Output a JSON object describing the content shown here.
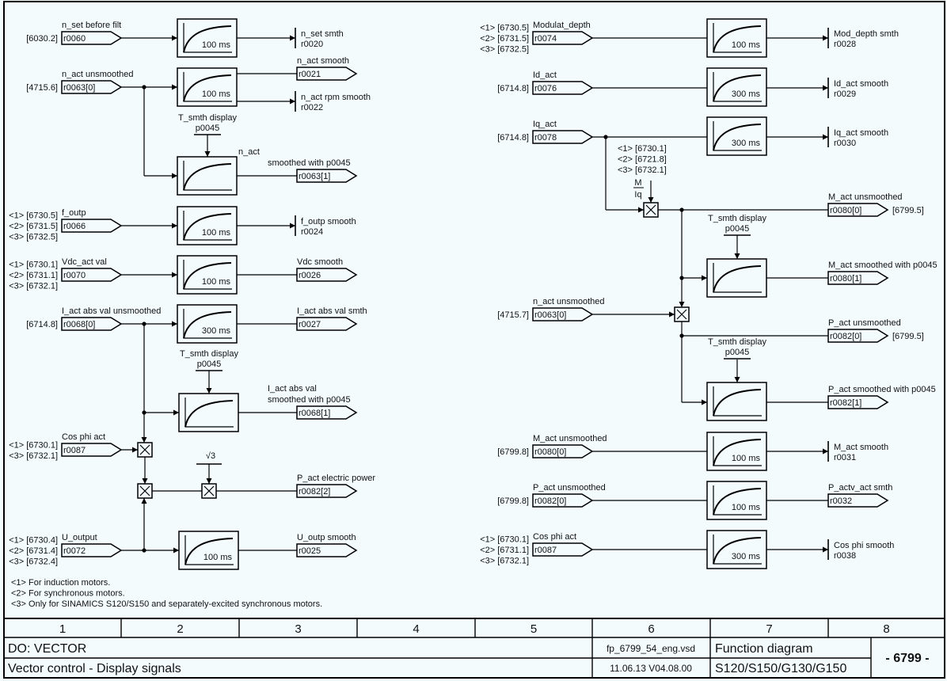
{
  "inputs": [
    {
      "label": "n_set before filt",
      "refs": [
        "[6030.2]"
      ],
      "param": "r0060"
    },
    {
      "label": "n_act unsmoothed",
      "refs": [
        "[4715.6]"
      ],
      "param": "r0063[0]"
    },
    {
      "label": "f_outp",
      "refs": [
        "<1> [6730.5]",
        "<2> [6731.5]",
        "<3> [6732.5]"
      ],
      "param": "r0066"
    },
    {
      "label": "Vdc_act val",
      "refs": [
        "<1> [6730.1]",
        "<2> [6731.1]",
        "<3> [6732.1]"
      ],
      "param": "r0070"
    },
    {
      "label": "I_act abs val unsmoothed",
      "refs": [
        "[6714.8]"
      ],
      "param": "r0068[0]"
    },
    {
      "label": "Cos phi act",
      "refs": [
        "<1> [6730.1]",
        "<3> [6732.1]"
      ],
      "param": "r0087"
    },
    {
      "label": "U_output",
      "refs": [
        "<1> [6730.4]",
        "<2> [6731.4]",
        "<3> [6732.4]"
      ],
      "param": "r0072"
    },
    {
      "label": "Modulat_depth",
      "refs": [
        "<1> [6730.5]",
        "<2> [6731.5]",
        "<3> [6732.5]"
      ],
      "param": "r0074"
    },
    {
      "label": "Id_act",
      "refs": [
        "[6714.8]"
      ],
      "param": "r0076"
    },
    {
      "label": "Iq_act",
      "refs": [
        "[6714.8]"
      ],
      "param": "r0078"
    },
    {
      "label": "n_act unsmoothed",
      "refs": [
        "[4715.7]"
      ],
      "param": "r0063[0]"
    },
    {
      "label": "M_act unsmoothed",
      "refs": [
        "[6799.8]"
      ],
      "param": "r0080[0]"
    },
    {
      "label": "P_act unsmoothed",
      "refs": [
        "[6799.8]"
      ],
      "param": "r0082[0]"
    },
    {
      "label": "Cos phi act",
      "refs": [
        "<1> [6730.1]",
        "<2> [6731.1]",
        "<3> [6732.1]"
      ],
      "param": "r0087"
    }
  ],
  "filters": [
    {
      "time": "100 ms"
    },
    {
      "time": "100 ms"
    },
    {
      "time": ""
    },
    {
      "time": "100 ms"
    },
    {
      "time": "100 ms"
    },
    {
      "time": "300 ms"
    },
    {
      "time": ""
    },
    {
      "time": "100 ms"
    },
    {
      "time": "100 ms"
    },
    {
      "time": "300 ms"
    },
    {
      "time": "300 ms"
    },
    {
      "time": ""
    },
    {
      "time": ""
    },
    {
      "time": "100 ms"
    },
    {
      "time": "100 ms"
    },
    {
      "time": "300 ms"
    }
  ],
  "outputs": [
    {
      "label": [
        "n_set smth"
      ],
      "param": "r0020"
    },
    {
      "label": [
        "n_act smooth"
      ],
      "param": "r0021"
    },
    {
      "label": [
        "n_act rpm smooth"
      ],
      "param": "r0022"
    },
    {
      "label": [
        "n_act",
        "smoothed with p0045"
      ],
      "param": "r0063[1]"
    },
    {
      "label": [
        "f_outp smooth"
      ],
      "param": "r0024"
    },
    {
      "label": [
        "Vdc smooth"
      ],
      "param": "r0026"
    },
    {
      "label": [
        "I_act abs val smth"
      ],
      "param": "r0027"
    },
    {
      "label": [
        "I_act abs val",
        "smoothed with p0045"
      ],
      "param": "r0068[1]"
    },
    {
      "label": [
        "P_act electric power"
      ],
      "param": "r0082[2]"
    },
    {
      "label": [
        "U_outp smooth"
      ],
      "param": "r0025"
    },
    {
      "label": [
        "Mod_depth smth"
      ],
      "param": "r0028"
    },
    {
      "label": [
        "Id_act smooth"
      ],
      "param": "r0029"
    },
    {
      "label": [
        "Iq_act smooth"
      ],
      "param": "r0030"
    },
    {
      "label": [
        "M_act unsmoothed"
      ],
      "param": "r0080[0]",
      "ref": "[6799.5]"
    },
    {
      "label": [
        "M_act smoothed with p0045"
      ],
      "param": "r0080[1]"
    },
    {
      "label": [
        "P_act unsmoothed"
      ],
      "param": "r0082[0]",
      "ref": "[6799.5]"
    },
    {
      "label": [
        "P_act smoothed with p0045"
      ],
      "param": "r0082[1]"
    },
    {
      "label": [
        "M_act smooth"
      ],
      "param": "r0031"
    },
    {
      "label": [
        "P_actv_act smth"
      ],
      "param": "r0032"
    },
    {
      "label": [
        "Cos phi smooth"
      ],
      "param": "r0038"
    }
  ],
  "tsmth": [
    {
      "label": "T_smth display",
      "param": "p0045"
    },
    {
      "label": "T_smth display",
      "param": "p0045"
    },
    {
      "label": "T_smth display",
      "param": "p0045"
    },
    {
      "label": "T_smth display",
      "param": "p0045"
    }
  ],
  "multipliers": {
    "sqrt3": "√3",
    "torque_factor": {
      "num": "M",
      "den": "Iq"
    },
    "torque_refs": [
      "<1> [6730.1]",
      "<2> [6721.8]",
      "<3> [6732.1]"
    ]
  },
  "footnotes": [
    "<1>  For induction motors.",
    "<2>  For synchronous motors.",
    "<3>  Only for SINAMICS S120/S150 and separately-excited synchronous motors."
  ],
  "footer": {
    "columns": [
      "1",
      "2",
      "3",
      "4",
      "5",
      "6",
      "7",
      "8"
    ],
    "do": "DO: VECTOR",
    "title": "Vector control - Display signals",
    "file": "fp_6799_54_eng.vsd",
    "version": "11.06.13  V04.08.00",
    "type": "Function diagram",
    "devices": "S120/S150/G130/G150",
    "sheet": "- 6799 -"
  }
}
